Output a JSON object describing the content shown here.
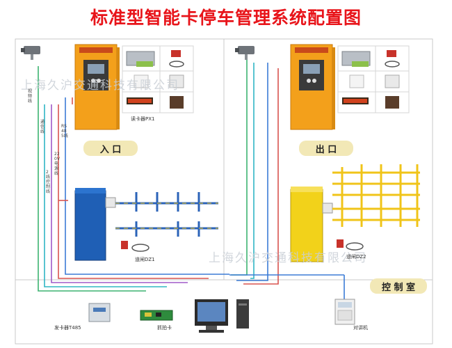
{
  "title": "标准型智能卡停车管理系统配置图",
  "watermark": "上海久沪交通科技有限公司",
  "zones": {
    "entrance": "入 口",
    "exit": "出 口",
    "control_room": "控 制 室"
  },
  "cable_labels": {
    "video": "视频线",
    "signal_a": "通信线",
    "signal_b": "RS485线",
    "power_a": "220V电源线",
    "power_b": "2 线控制线"
  },
  "device_labels": {
    "entry_reader": "读卡器PX1",
    "entry_detector": "道闸DZ1",
    "exit_detector": "道闸DZ2",
    "card_dispenser": "发卡器T485",
    "capture_card": "抓拍卡",
    "intercom": "对讲机"
  },
  "colors": {
    "title": "#e8141a",
    "kiosk_orange": "#f3a01b",
    "barrier_blue": "#1f5fb5",
    "barrier_yellow": "#f2d21a",
    "arm_yellow": "#f0c419",
    "wire_green": "#3cb371",
    "wire_blue": "#3b7bd6",
    "wire_red": "#d9534f",
    "wire_purple": "#a05ac8",
    "wire_cyan": "#2fb5c4"
  }
}
